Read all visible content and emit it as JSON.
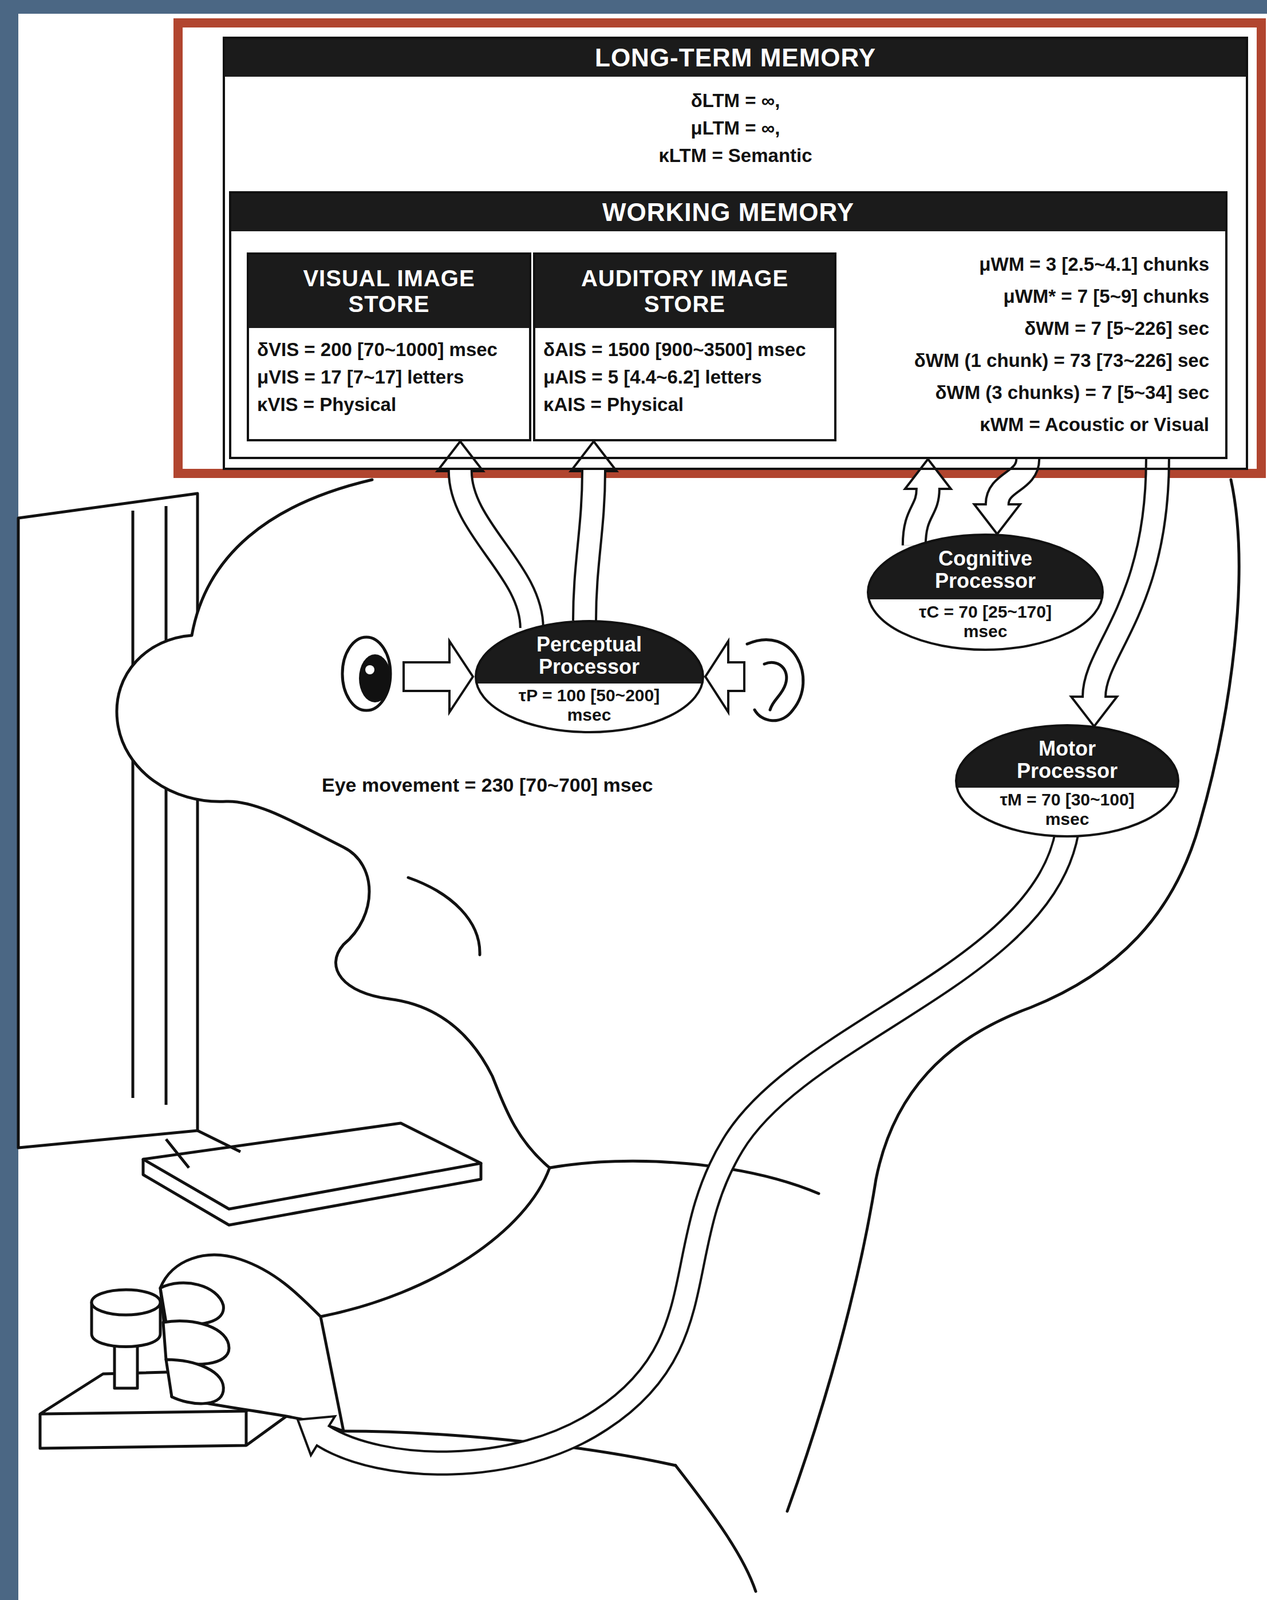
{
  "diagram": {
    "nodes": [
      {
        "text": [
          "LONG-TERM MEMORY",
          "δLTM = ∞,",
          "μLTM = ∞,",
          "κLTM = Semantic"
        ]
      },
      {
        "text": [
          "WORKING MEMORY",
          "μWM = 3 [2.5~4.1] chunks",
          "μWM* = 7 [5~9] chunks",
          "δWM = 7 [5~226] sec",
          "δWM (1 chunk) = 73 [73~226] sec",
          "δWM (3 chunks) = 7 [5~34] sec",
          "κWM = Acoustic or Visual"
        ],
        "in": 0
      },
      {
        "text": [
          "VISUAL IMAGE STORE",
          "δVIS = 200 [70~1000] msec",
          "μVIS = 17 [7~17] letters",
          "κVIS = Physical"
        ],
        "in": 1
      },
      {
        "text": [
          "AUDITORY IMAGE STORE",
          "δAIS = 1500 [900~3500] msec",
          "μAIS = 5 [4.4~6.2] letters",
          "κAIS = Physical"
        ],
        "in": 1
      },
      {
        "text": [
          "Cognitive Processor",
          "τC = 70 [25~170] msec"
        ]
      },
      {
        "text": [
          "Perceptual Processor",
          "τP = 100 [50~200] msec"
        ]
      },
      {
        "text": [
          "Motor Processor",
          "τM = 70 [30~100] msec"
        ]
      }
    ],
    "edges": [
      {
        "from": 5,
        "to": 2,
        "arrow": "to"
      },
      {
        "from": 5,
        "to": 3,
        "arrow": "to"
      },
      {
        "from": 4,
        "to": 1,
        "arrow": "to"
      },
      {
        "from": 1,
        "to": 4,
        "arrow": "to"
      },
      {
        "from": 1,
        "to": 6,
        "arrow": "to"
      }
    ],
    "labels": [
      "Eye movement = 230 [70~700] msec"
    ]
  }
}
